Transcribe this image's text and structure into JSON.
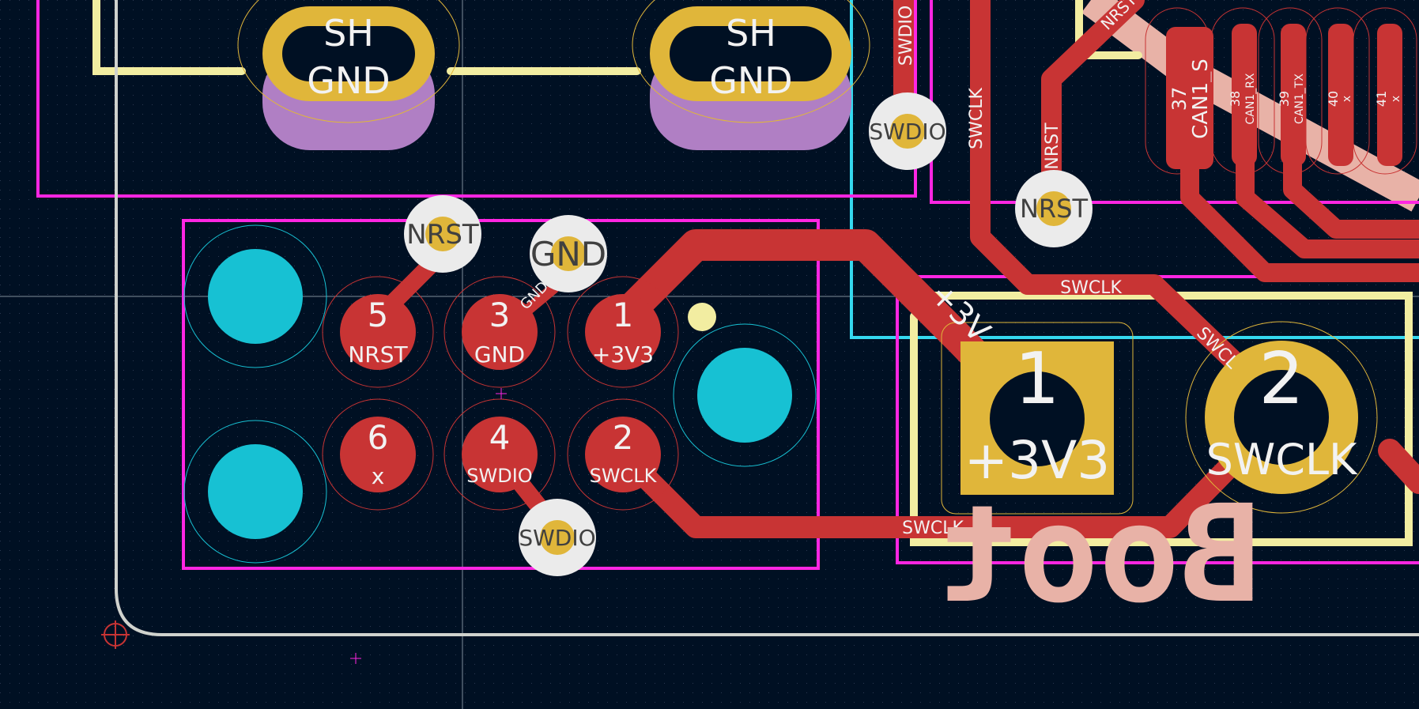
{
  "colors": {
    "background": "#001023",
    "copper_front": "#c83434",
    "pad_gold": "#e0b63a",
    "silkscreen": "#f2eda1",
    "courtyard": "#ff26e2",
    "edge_cuts": "#d0d2cd",
    "via_ring": "#ebebeb",
    "npth_hole": "#17c1d3",
    "back_silk": "#e8b2a7",
    "board_outline_cyan": "#35d9f0",
    "mask_purple": "#b07fc4"
  },
  "shield_pads": [
    {
      "label_top": "SH",
      "label_bottom": "GND"
    },
    {
      "label_top": "SH",
      "label_bottom": "GND"
    }
  ],
  "vias": [
    {
      "net": "NRST"
    },
    {
      "net": "GND"
    },
    {
      "net": "SWDIO"
    },
    {
      "net": "SWDIO"
    },
    {
      "net": "NRST"
    }
  ],
  "header_pins": [
    {
      "number": "5",
      "net": "NRST"
    },
    {
      "number": "3",
      "net": "GND"
    },
    {
      "number": "1",
      "net": "+3V3"
    },
    {
      "number": "6",
      "net": "x"
    },
    {
      "number": "4",
      "net": "SWDIO"
    },
    {
      "number": "2",
      "net": "SWCLK"
    }
  ],
  "big_pads": [
    {
      "number": "1",
      "net": "+3V3"
    },
    {
      "number": "2",
      "net": "SWCLK"
    }
  ],
  "ic_pins": [
    {
      "number": "37",
      "net": "CAN1_S"
    },
    {
      "number": "38",
      "net": "CAN1_RX"
    },
    {
      "number": "39",
      "net": "CAN1_TX"
    },
    {
      "number": "40",
      "net": "x"
    },
    {
      "number": "41",
      "net": "x"
    }
  ],
  "track_labels": {
    "swdio_vertical": "SWDIO",
    "swclk_vertical": "SWCLK",
    "nrst_vertical": "NRST",
    "nrst_diagonal": "NRST",
    "swclk_horizontal": "SWCLK",
    "swclk_diagonal": "SWCL",
    "v33_diagonal": "+3V",
    "swclk_bottom": "SWCLK",
    "gnd_stub": "GND"
  },
  "back_silk_text": "Boot"
}
